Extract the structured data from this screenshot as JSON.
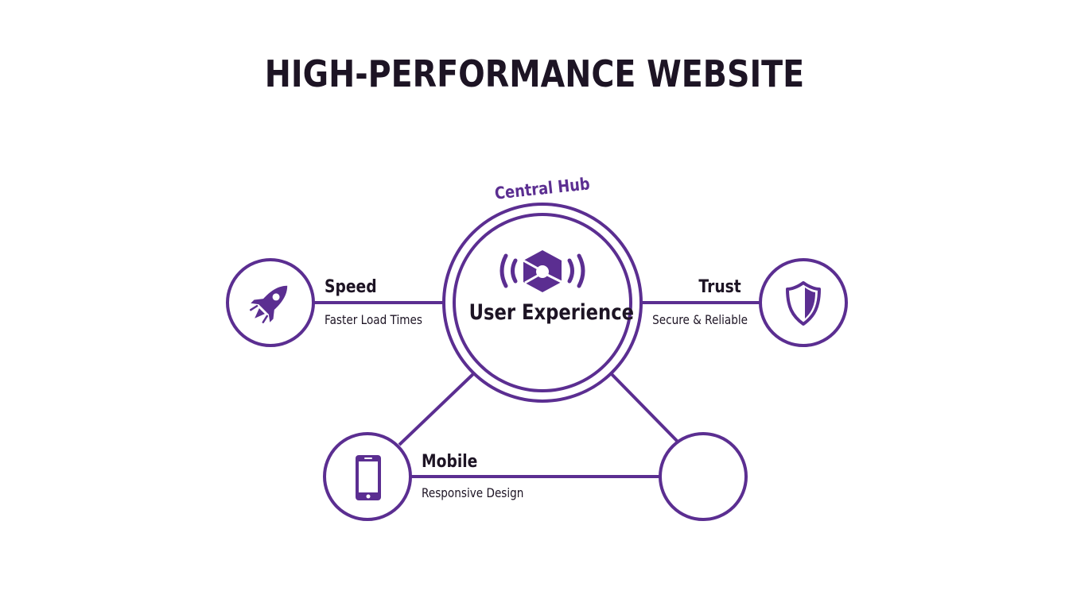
{
  "title": "HIGH-PERFORMANCE WEBSITE",
  "colors": {
    "accent": "#5b2e91",
    "text": "#1d1424",
    "background": "#ffffff"
  },
  "hub": {
    "caption": "Central Hub",
    "title": "User Experience",
    "icon": "broadcast-hexagon-icon"
  },
  "nodes": [
    {
      "id": "speed",
      "title": "Speed",
      "subtitle": "Faster Load Times",
      "icon": "rocket-icon"
    },
    {
      "id": "trust",
      "title": "Trust",
      "subtitle": "Secure & Reliable",
      "icon": "shield-icon"
    },
    {
      "id": "mobile",
      "title": "Mobile",
      "subtitle": "Responsive Design",
      "icon": "smartphone-icon"
    },
    {
      "id": "empty",
      "title": "",
      "subtitle": "",
      "icon": ""
    }
  ]
}
